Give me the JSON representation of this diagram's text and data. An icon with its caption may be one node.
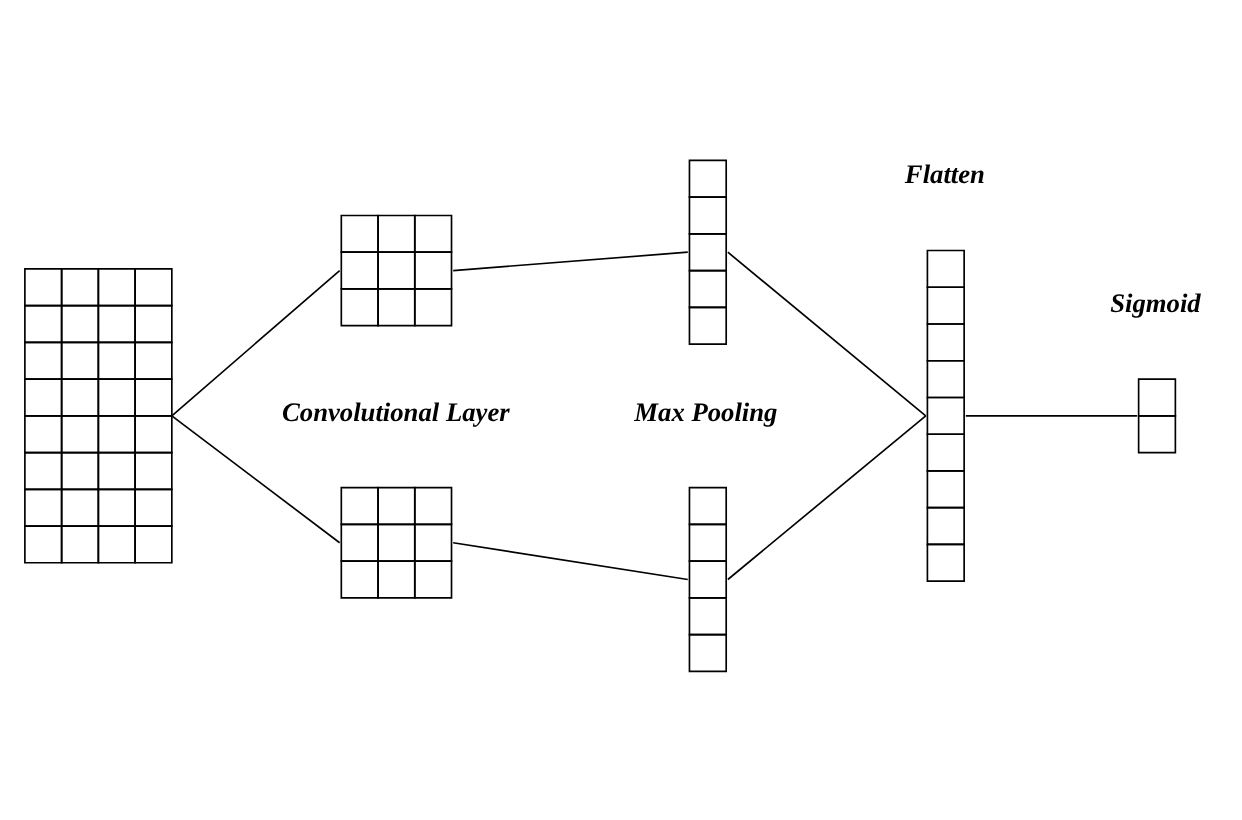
{
  "diagram": {
    "nodes": [
      {
        "text": [],
        "shape": "box"
      },
      {
        "text": [],
        "shape": "box"
      },
      {
        "text": [],
        "shape": "box"
      },
      {
        "text": [],
        "shape": "box"
      },
      {
        "text": [],
        "shape": "box"
      },
      {
        "text": [],
        "shape": "box"
      },
      {
        "text": [],
        "shape": "box"
      }
    ],
    "edges": [
      {
        "from": 0,
        "to": 1,
        "arrow": "none"
      },
      {
        "from": 0,
        "to": 2,
        "arrow": "none"
      },
      {
        "from": 1,
        "to": 3,
        "arrow": "none"
      },
      {
        "from": 2,
        "to": 4,
        "arrow": "none"
      },
      {
        "from": 3,
        "to": 5,
        "arrow": "none"
      },
      {
        "from": 4,
        "to": 5,
        "arrow": "none"
      },
      {
        "from": 5,
        "to": 6,
        "arrow": "none"
      }
    ],
    "labels": [
      "Convolutional Layer",
      "Max Pooling",
      "Flatten",
      "Sigmoid"
    ]
  }
}
